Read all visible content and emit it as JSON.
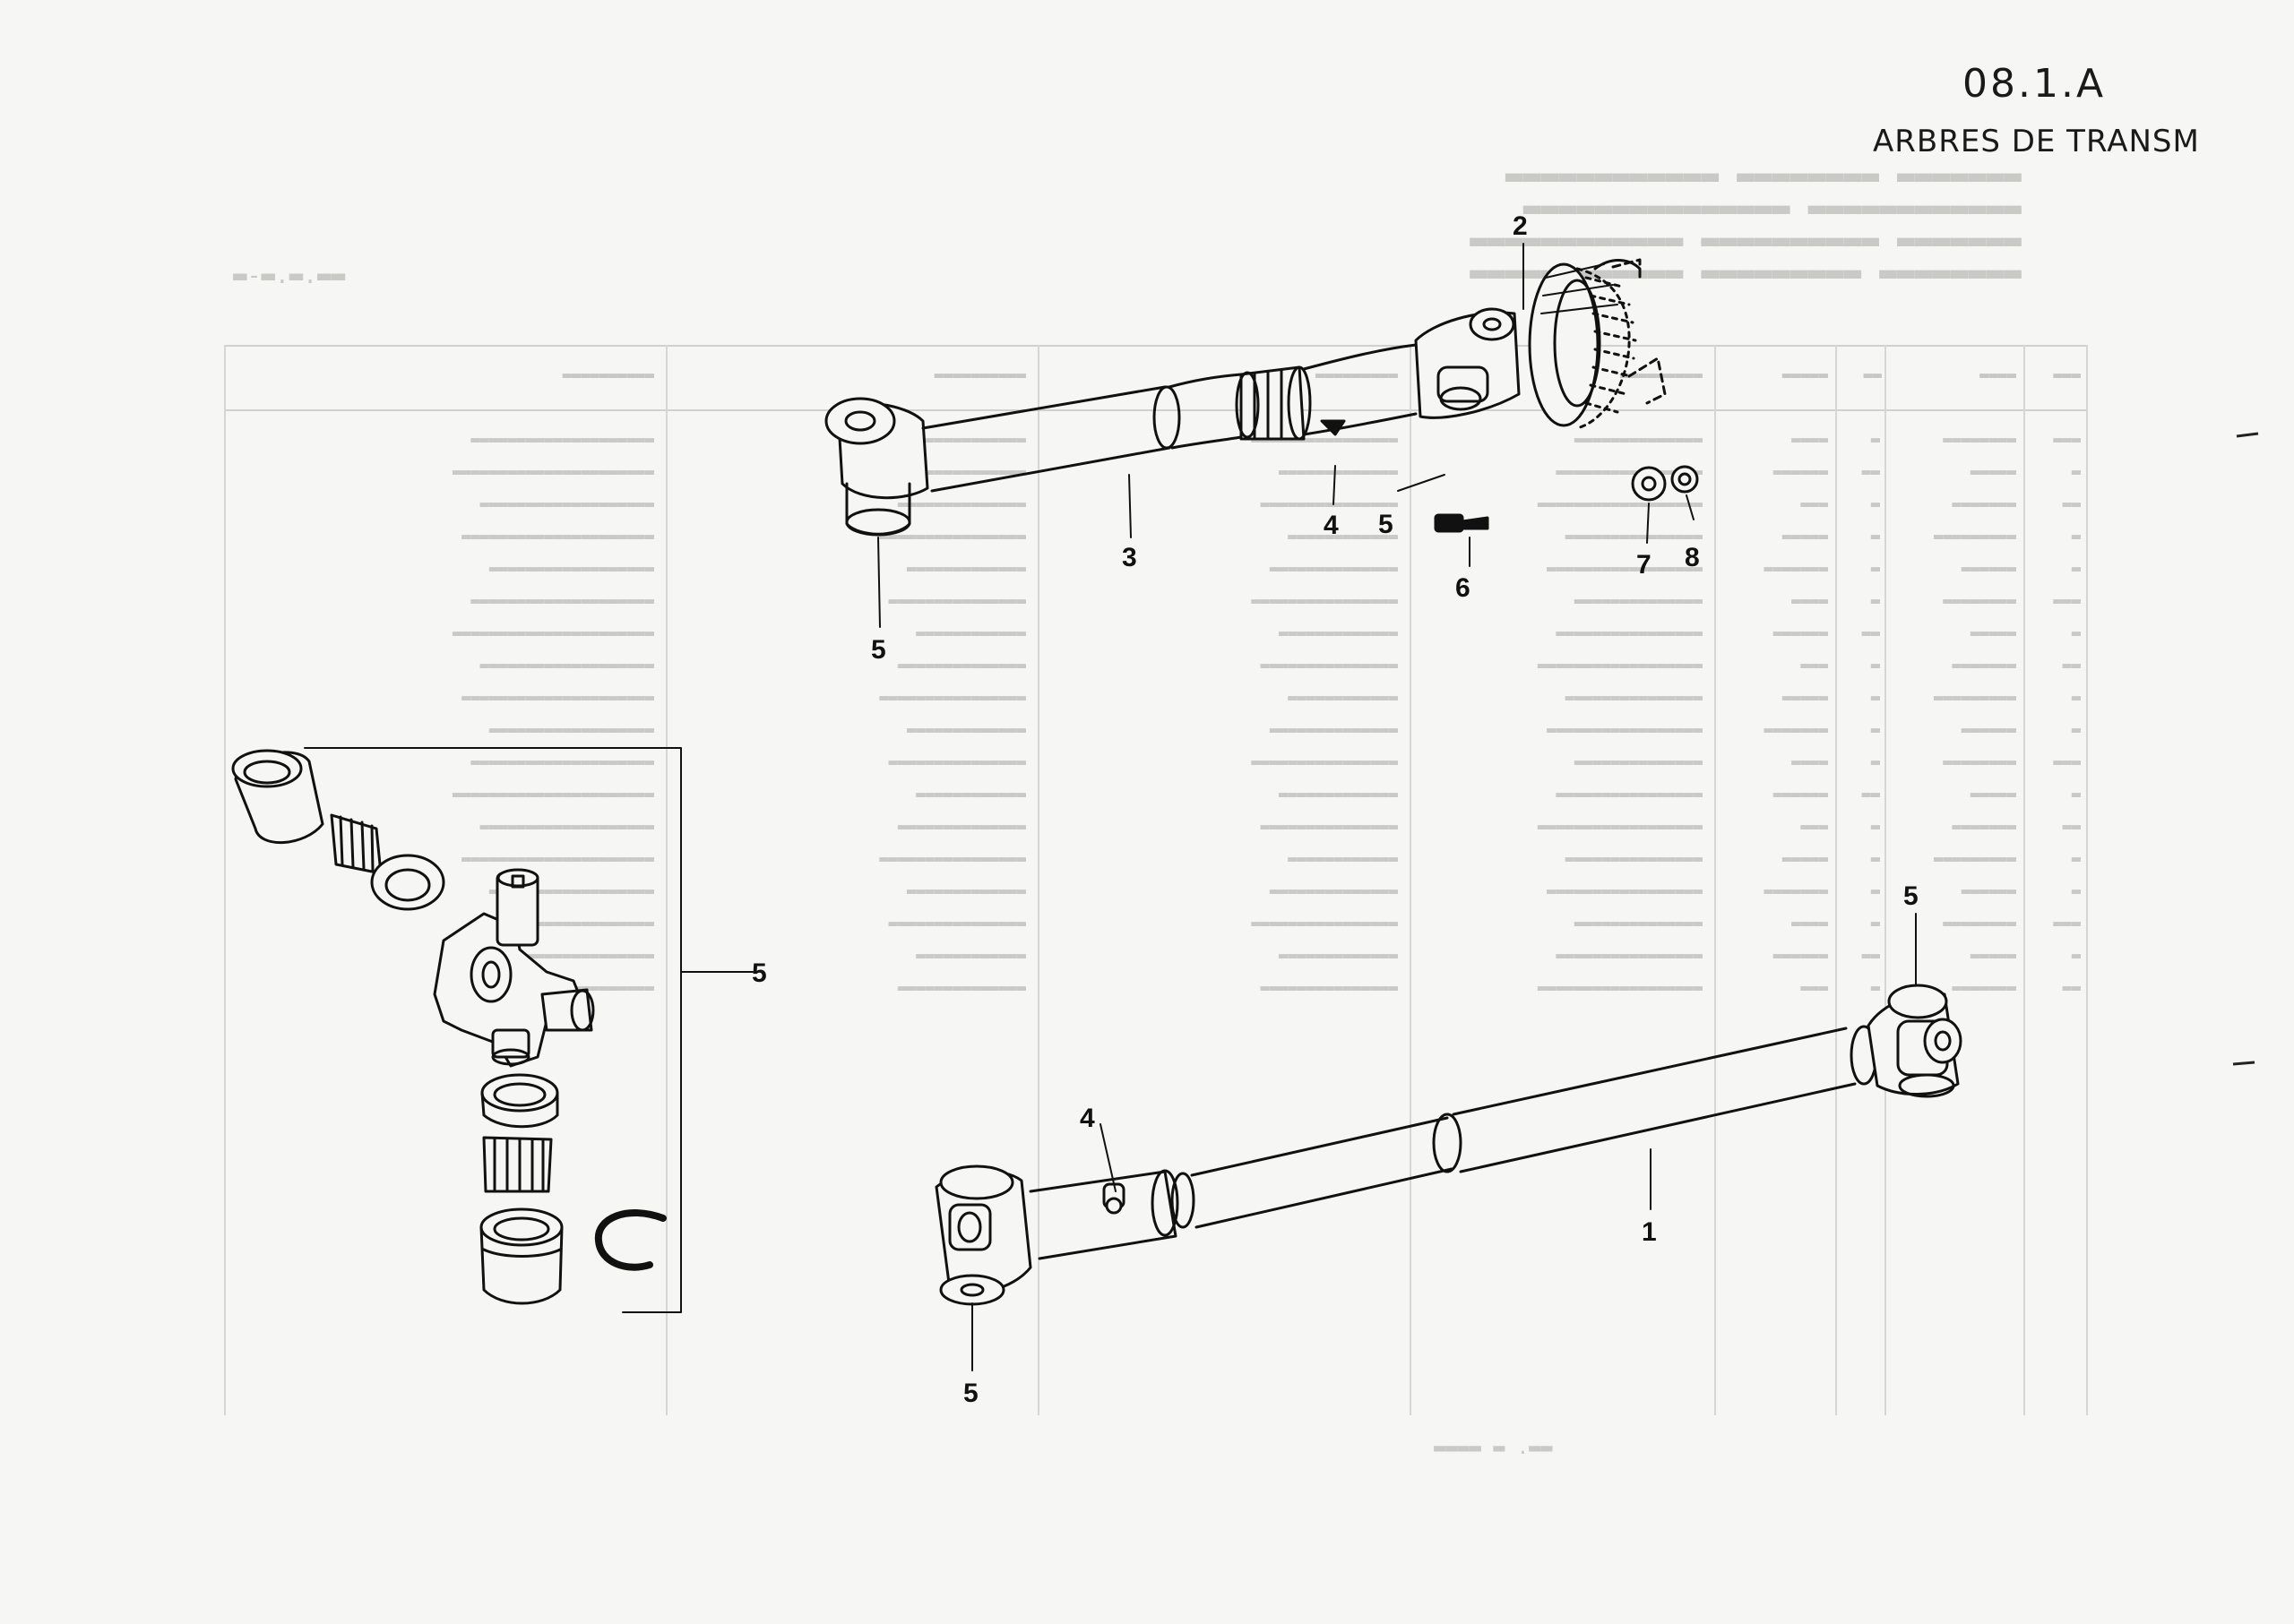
{
  "header": {
    "code": "08.1.A",
    "subtitle": "ARBRES DE TRANSM"
  },
  "callouts": {
    "c1": "1",
    "c2": "2",
    "c3": "3",
    "c4a": "4",
    "c4b": "4",
    "c5a": "5",
    "c5b": "5",
    "c5c": "5",
    "c5d": "5",
    "c5e": "5",
    "c6": "6",
    "c7": "7",
    "c8": "8"
  },
  "colors": {
    "ink": "#111111",
    "paper": "#f6f6f4",
    "ghost": "#c9c9c6"
  }
}
